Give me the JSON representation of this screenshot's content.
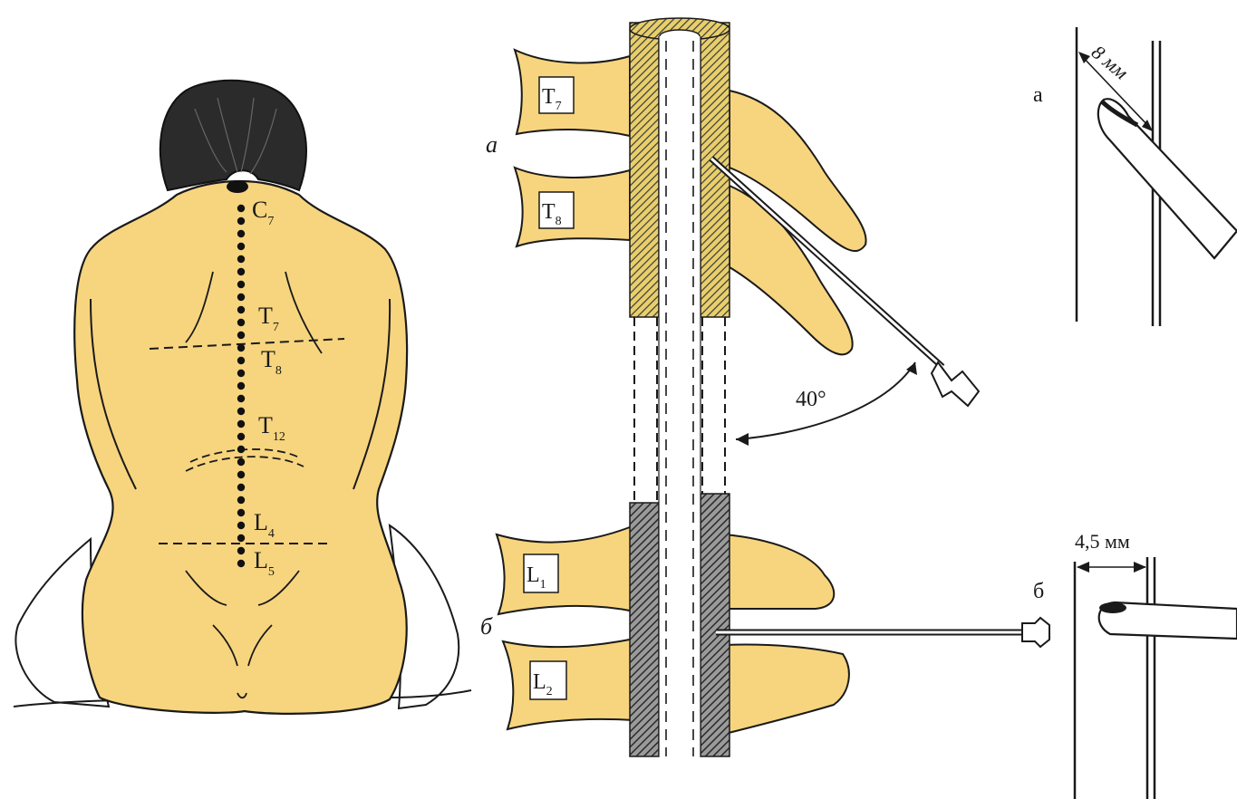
{
  "figure_left": {
    "landmarks": [
      {
        "letter": "C",
        "sub": "7"
      },
      {
        "letter": "T",
        "sub": "7"
      },
      {
        "letter": "T",
        "sub": "8"
      },
      {
        "letter": "T",
        "sub": "12"
      },
      {
        "letter": "L",
        "sub": "4"
      },
      {
        "letter": "L",
        "sub": "5"
      }
    ]
  },
  "figure_center": {
    "label_a": "а",
    "label_b": "б",
    "vertebrae": [
      {
        "letter": "T",
        "sub": "7"
      },
      {
        "letter": "T",
        "sub": "8"
      },
      {
        "letter": "L",
        "sub": "1"
      },
      {
        "letter": "L",
        "sub": "2"
      }
    ],
    "angle_label": "40°"
  },
  "figure_right": {
    "label_a": "а",
    "distance_a": "8 мм",
    "label_b": "б",
    "distance_b": "4,5 мм"
  },
  "colors": {
    "skin": "#f7d57e",
    "bone": "#f7d57e",
    "ink": "#1a1a1a",
    "hair": "#2b2b2b"
  }
}
